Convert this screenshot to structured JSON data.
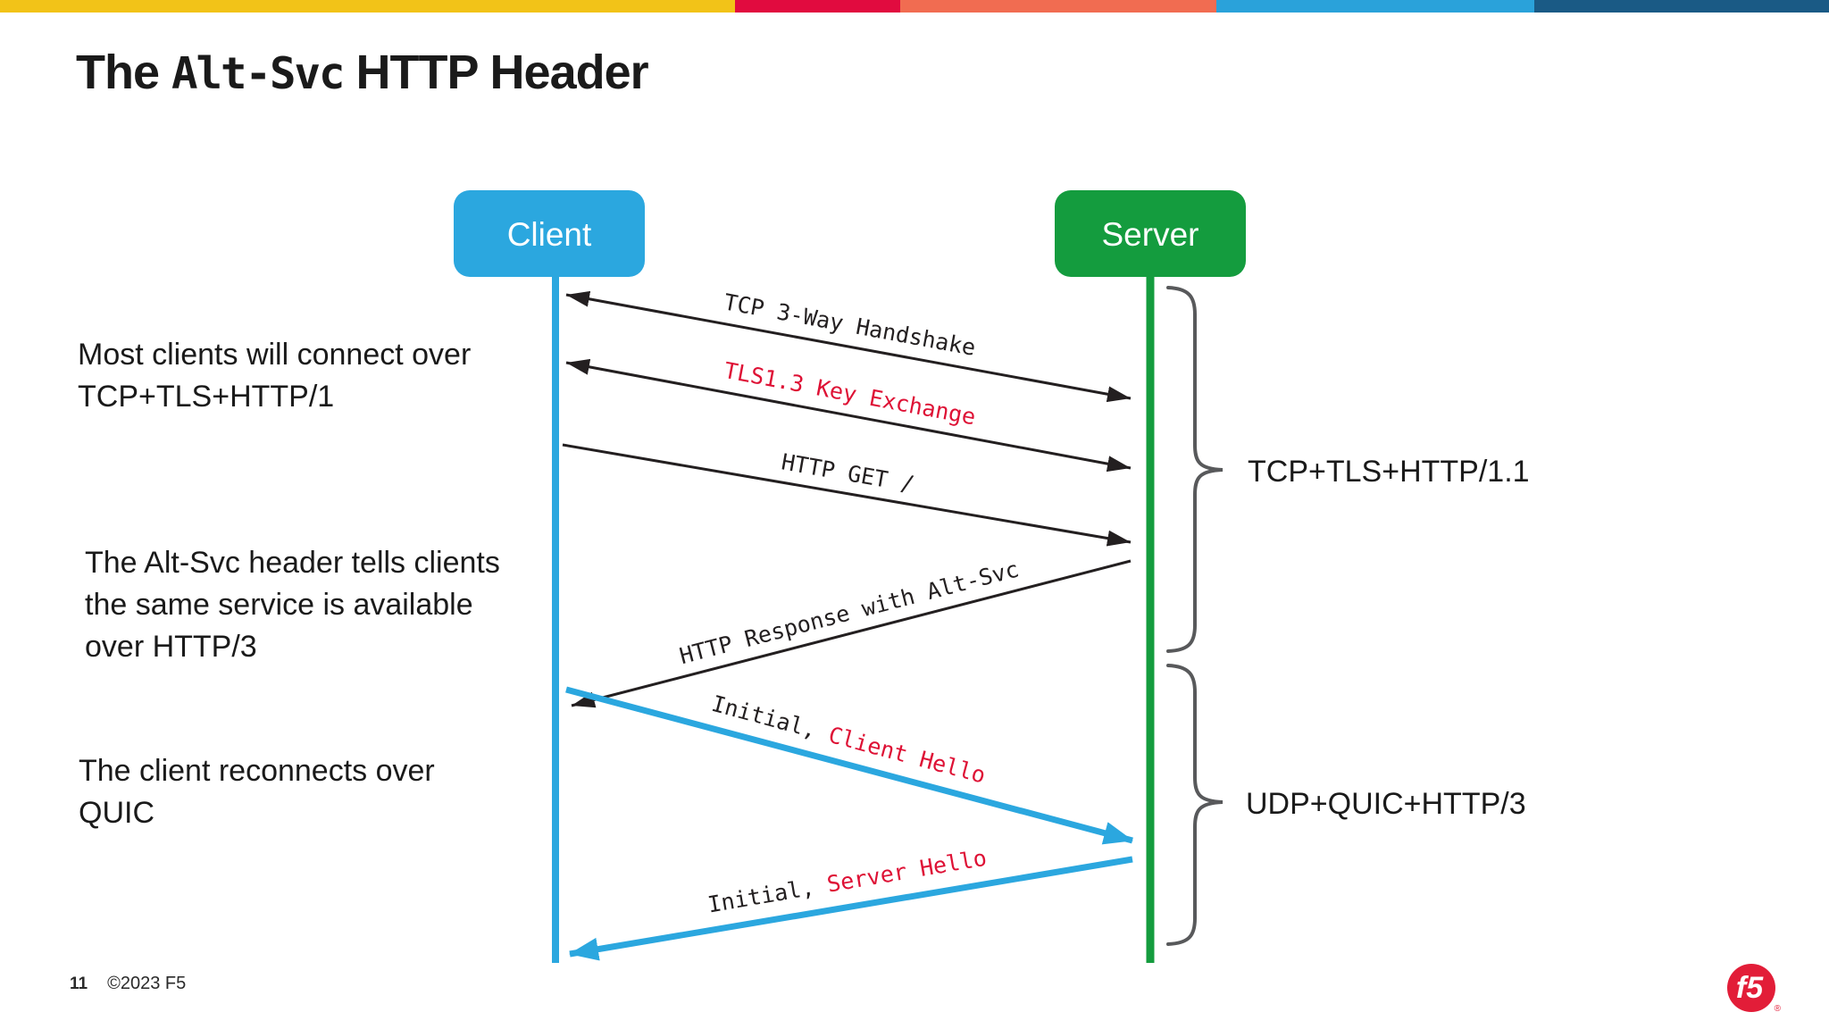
{
  "slide": {
    "title": {
      "prefix": "The ",
      "code": "Alt-Svc",
      "suffix": " HTTP Header"
    },
    "page_number": "11",
    "copyright": "©2023 F5",
    "logo_text": "f5",
    "logo_reg": "®"
  },
  "top_bar_colors": [
    "#F2C318",
    "#E10B3F",
    "#F16C51",
    "#2AA2DA",
    "#1A5A85"
  ],
  "actors": [
    {
      "name": "Client",
      "color": "#2BA7DF"
    },
    {
      "name": "Server",
      "color": "#149C3E"
    }
  ],
  "notes": [
    {
      "lines": [
        "Most clients will connect over",
        "TCP+TLS+HTTP/1"
      ]
    },
    {
      "lines": [
        "The Alt-Svc header tells clients",
        "the same service is available",
        "over HTTP/3"
      ]
    },
    {
      "lines": [
        "The client reconnects over",
        "QUIC"
      ]
    }
  ],
  "messages": [
    {
      "label": "TCP 3-Way Handshake",
      "direction": "both",
      "protocol": "tcp"
    },
    {
      "label": "TLS1.3 Key Exchange",
      "direction": "both",
      "protocol": "tcp"
    },
    {
      "label": "HTTP GET /",
      "direction": "to-server",
      "protocol": "tcp"
    },
    {
      "label": "HTTP Response with Alt-Svc",
      "direction": "to-client",
      "protocol": "tcp"
    },
    {
      "label_prefix": "Initial, ",
      "label_emphasis": "Client Hello",
      "direction": "to-server",
      "protocol": "quic"
    },
    {
      "label_prefix": "Initial, ",
      "label_emphasis": "Server Hello",
      "direction": "to-client",
      "protocol": "quic"
    }
  ],
  "braces": [
    {
      "label": "TCP+TLS+HTTP/1.1"
    },
    {
      "label": "UDP+QUIC+HTTP/3"
    }
  ],
  "colors": {
    "client_blue": "#2BA7DF",
    "server_green": "#149C3E",
    "arrow_black": "#231F20",
    "emphasis_red": "#DE1135",
    "brace_gray": "#58595B",
    "text_dark": "#1A1A1A",
    "logo_red": "#E21D38"
  }
}
